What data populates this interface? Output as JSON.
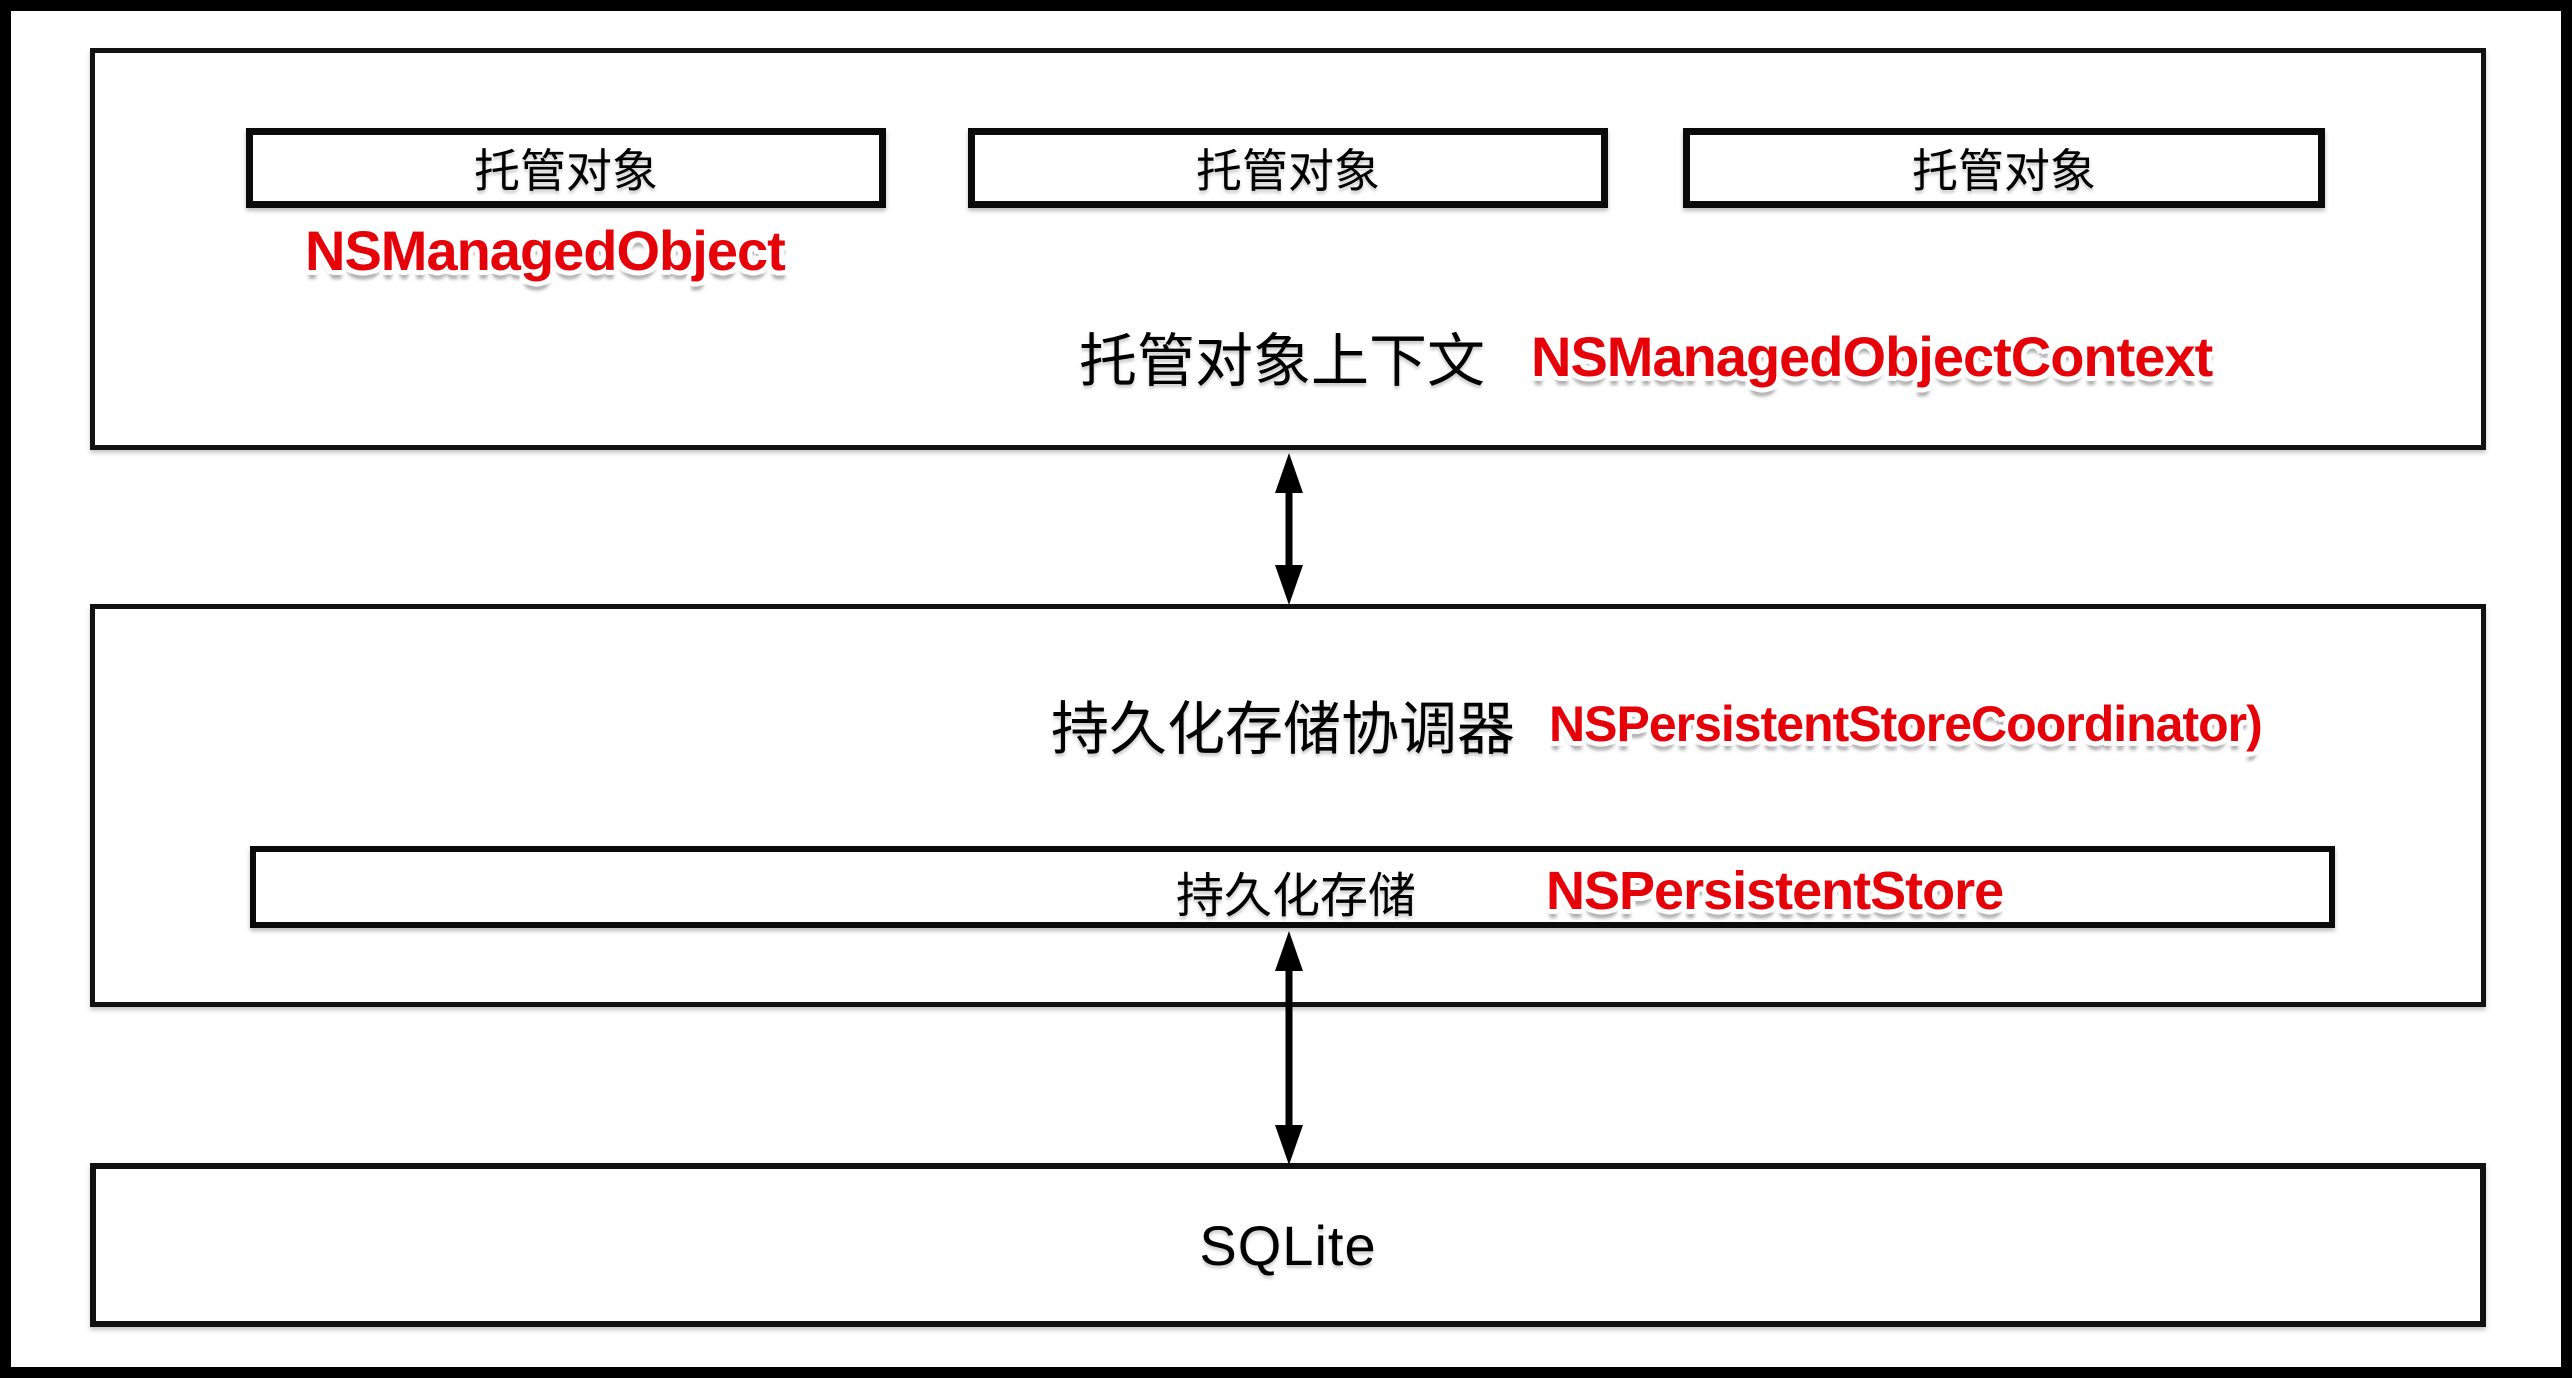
{
  "colors": {
    "annotation_red": "#e60008",
    "line_black": "#000000",
    "background": "#ffffff"
  },
  "icons": {
    "vertical_double_arrow": "double-arrow"
  },
  "top_section": {
    "managed_object_boxes": [
      {
        "label": "托管对象"
      },
      {
        "label": "托管对象"
      },
      {
        "label": "托管对象"
      }
    ],
    "class_annotation": "NSManagedObject",
    "context_label": "托管对象上下文",
    "context_annotation": "NSManagedObjectContext"
  },
  "middle_section": {
    "coordinator_label": "持久化存储协调器",
    "coordinator_annotation": "NSPersistentStoreCoordinator)",
    "store_label": "持久化存储",
    "store_annotation": "NSPersistentStore"
  },
  "bottom_section": {
    "sqlite_label": "SQLite"
  }
}
